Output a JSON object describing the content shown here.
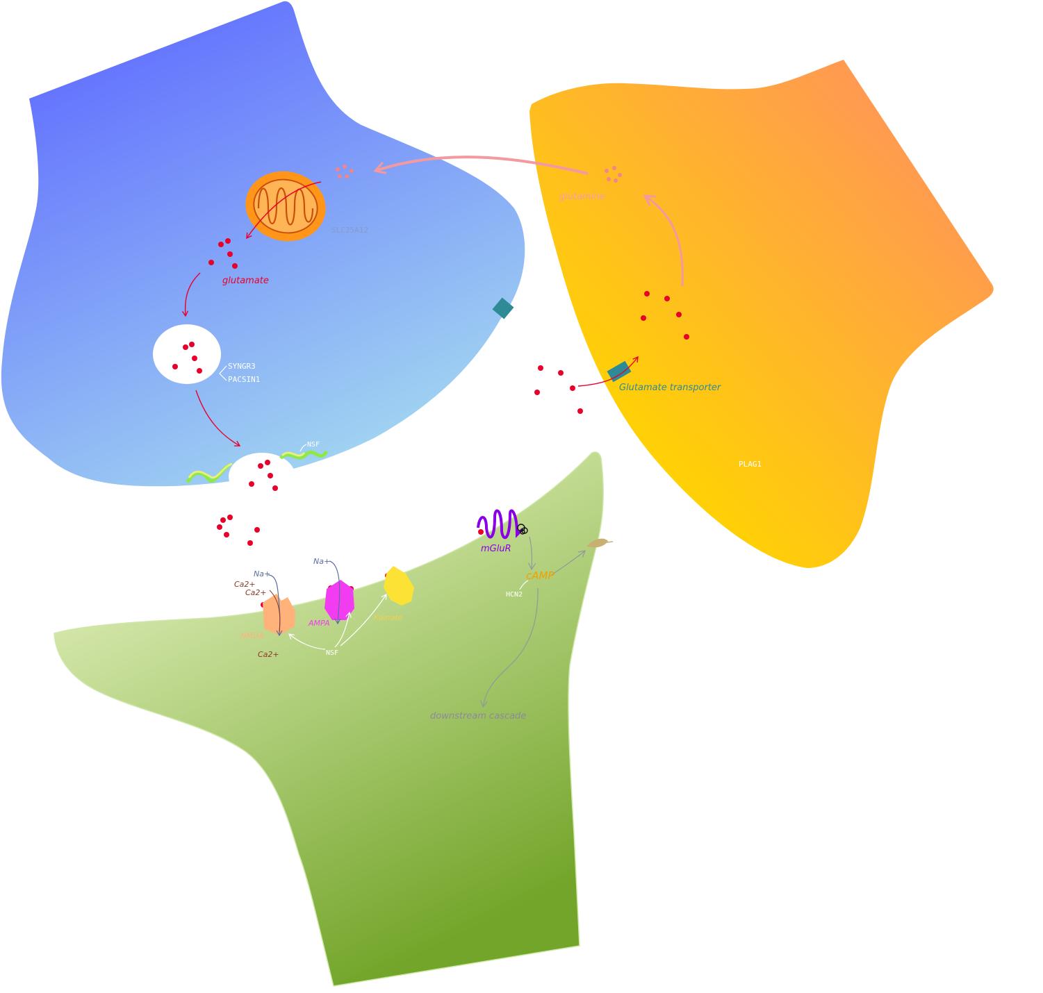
{
  "labels": {
    "glutamine": "glutamine",
    "slc25a12": "SLC25A12",
    "glutamate": "glutamate",
    "syngr3": "SYNGR3",
    "pacsin1": "PACSIN1",
    "nsf_top": "NSF",
    "glutamate_transporter": "Glutamate transporter",
    "plag1": "PLAG1",
    "mglur": "mGluR",
    "camp": "cAMP",
    "hcn2": "HCN2",
    "downstream": "downstream cascade",
    "na_nmda": "Na+",
    "ca_nmda_1": "Ca2+",
    "ca_nmda_2": "Ca2+",
    "nmda": "NMDA",
    "ca_bottom": "Ca2+",
    "na_ampa": "Na+",
    "ampa": "AMPA",
    "kainate": "Kainate",
    "nsf_bottom": "NSF"
  },
  "colors": {
    "glutamate_dot": "#e8002a",
    "glutamine_dot": "#f2848c",
    "presynaptic_top": "#5f6cff",
    "presynaptic_bottom": "#a6d9f0",
    "astrocyte_orange": "#ff8f66",
    "astrocyte_yellow": "#ffd500",
    "postsynaptic_light": "#e6f3c2",
    "postsynaptic_dark": "#73a52a",
    "transporter": "#2e8b96",
    "mglur": "#8a00e6",
    "camp": "#f2a200",
    "nmda": "#ffb27a",
    "ampa": "#f23cf2",
    "kainate": "#fce234"
  }
}
